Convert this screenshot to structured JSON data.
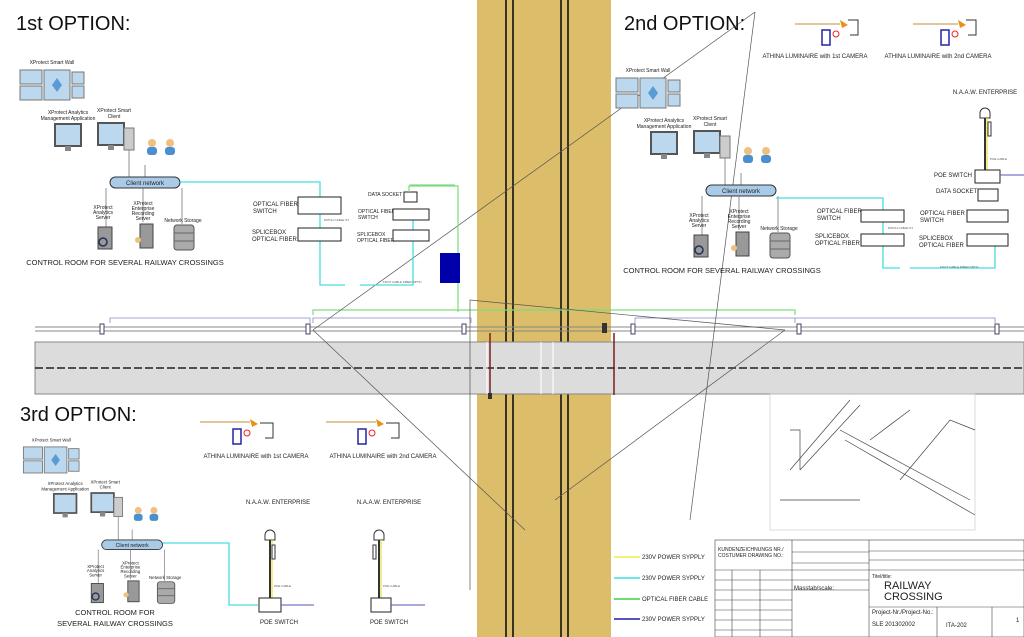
{
  "options": {
    "first": "1st OPTION:",
    "second": "2nd OPTION:",
    "third": "3rd OPTION:"
  },
  "control_room": {
    "smart_wall": "XProtect Smart Wall",
    "analytics_mgmt_1": "XProtect Analytics",
    "analytics_mgmt_2": "Management Application",
    "smart_client_1": "XProtect Smart",
    "smart_client_2": "Client",
    "client_network": "Client network",
    "analytics_server_1": "XProtect",
    "analytics_server_2": "Analytics",
    "analytics_server_3": "Server",
    "recording_server_1": "XProtect",
    "recording_server_2": "Enterprise",
    "recording_server_3": "Recording",
    "recording_server_4": "Server",
    "network_storage": "Network Storage",
    "caption": "CONTROL ROOM FOR SEVERAL RAILWAY CROSSINGS",
    "caption_line1": "CONTROL ROOM FOR",
    "caption_line2": "SEVERAL RAILWAY CROSSINGS"
  },
  "equipment": {
    "optical_fiber_switch_1": "OPTICAL FIBER",
    "optical_fiber_switch_2": "SWITCH",
    "splicebox_1": "SPLICEBOX",
    "splicebox_2": "OPTICAL FIBER",
    "data_socket": "DATA SOCKET",
    "foot_cable": "FOOT CABLE FIBER OPTIC",
    "patch_cable": "PATCH CABLE ST",
    "poe_switch": "POE SWITCH",
    "poe_cable": "POE CABLE",
    "naaw": "N.A.A.W. ENTERPRISE",
    "athina_1st": "ATHINA LUMINAIRE with 1st CAMERA",
    "athina_2nd": "ATHINA LUMINAIRE with 2nd CAMERA"
  },
  "legend": [
    {
      "label": "230V POWER SYPPLY",
      "color": "#f2f07a"
    },
    {
      "label": "230V POWER SYPPLY",
      "color": "#6fe6ea"
    },
    {
      "label": "OPTICAL FIBER CABLE",
      "color": "#6fdc6f"
    },
    {
      "label": "230V POWER SYPPLY",
      "color": "#5555bb"
    }
  ],
  "title_block": {
    "customer_drawing_1": "KUNDENZEICHNUNGS NR./",
    "customer_drawing_2": "COSTUMER DRAWING NO.:",
    "scale": "Masstab/scale:",
    "title_label": "Titel/title:",
    "title_1": "RAILWAY",
    "title_2": "CROSSING",
    "project_label": "Project-Nr./Project-No.:",
    "project_no": "SLE 201302002",
    "drawing_no": "ITA-202",
    "sheet": "1"
  },
  "colors": {
    "crossing_band": "#dcbd6a",
    "road": "#dcdcdc",
    "fiber_green": "#7ddc7d",
    "cable_cyan": "#44dde0",
    "block_blue": "#0000aa"
  }
}
